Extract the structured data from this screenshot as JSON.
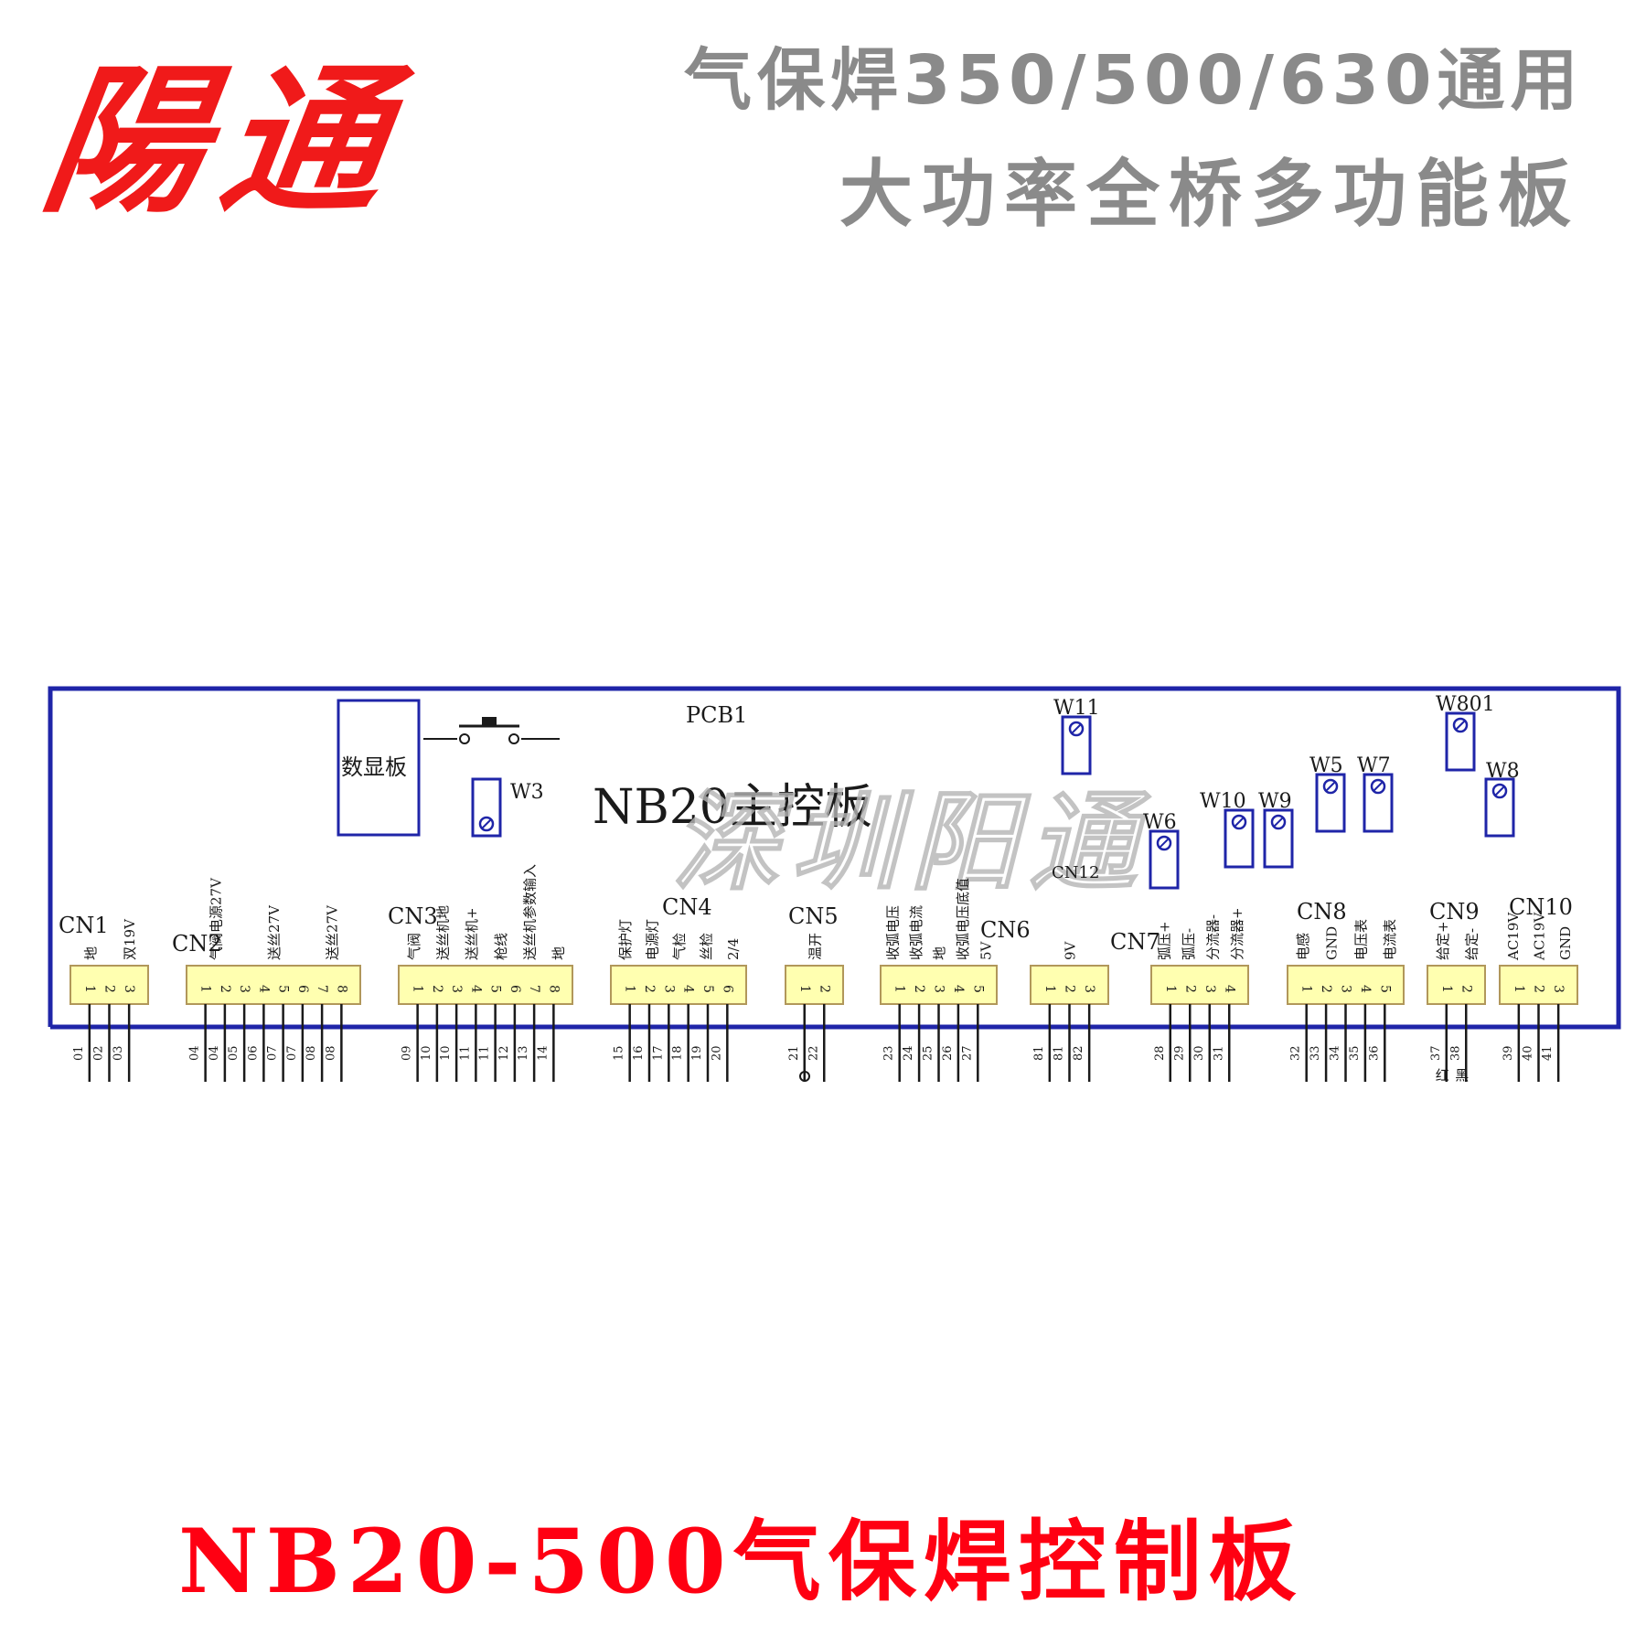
{
  "logo": {
    "text": "陽通"
  },
  "header": {
    "line1": "气保焊350/500/630通用",
    "line2": "大功率全桥多功能板"
  },
  "footer": {
    "title": "NB20-500气保焊控制板"
  },
  "board": {
    "pcb_label": "PCB1",
    "main_label": "NB20主控板",
    "display_label": "数显板",
    "watermark": "深圳阳通",
    "cn12_label": "CN12"
  },
  "potentiometers": [
    {
      "id": "W3"
    },
    {
      "id": "W11"
    },
    {
      "id": "W801"
    },
    {
      "id": "W5"
    },
    {
      "id": "W7"
    },
    {
      "id": "W8"
    },
    {
      "id": "W6"
    },
    {
      "id": "W10"
    },
    {
      "id": "W9"
    }
  ],
  "connectors": [
    {
      "id": "CN1",
      "pins": [
        "1",
        "2",
        "3"
      ],
      "labels": [
        "地",
        "双19V"
      ],
      "wires": [
        "01",
        "02",
        "03"
      ]
    },
    {
      "id": "CN2",
      "pins": [
        "1",
        "2",
        "3",
        "4",
        "5",
        "6",
        "7",
        "8"
      ],
      "labels": [
        "气阀电源27V",
        "送丝27V",
        "送丝27V"
      ],
      "wires": [
        "04",
        "04",
        "05",
        "06",
        "07",
        "07",
        "08",
        "08"
      ]
    },
    {
      "id": "CN3",
      "pins": [
        "1",
        "2",
        "3",
        "4",
        "5",
        "6",
        "7",
        "8"
      ],
      "labels": [
        "气阀",
        "送丝机地",
        "送丝机+",
        "枪线",
        "送丝机参数输入",
        "地"
      ],
      "wires": [
        "09",
        "10",
        "10",
        "11",
        "11",
        "12",
        "13",
        "14"
      ]
    },
    {
      "id": "CN4",
      "pins": [
        "1",
        "2",
        "3",
        "4",
        "5",
        "6"
      ],
      "labels": [
        "保护灯",
        "电源灯",
        "气检",
        "丝检",
        "2/4"
      ],
      "wires": [
        "15",
        "16",
        "17",
        "18",
        "19",
        "20"
      ]
    },
    {
      "id": "CN5",
      "pins": [
        "1",
        "2"
      ],
      "labels": [
        "温开"
      ],
      "wires": [
        "21",
        "22"
      ]
    },
    {
      "id": "CN6",
      "pins": [
        "1",
        "2",
        "3",
        "4",
        "5"
      ],
      "labels": [
        "收弧电压",
        "收弧电流",
        "地",
        "收弧电压底值",
        "5V"
      ],
      "wires": [
        "23",
        "24",
        "25",
        "26",
        "27"
      ]
    },
    {
      "id": "CN12",
      "pins": [
        "1",
        "2",
        "3"
      ],
      "labels": [
        "9V"
      ],
      "wires": [
        "81",
        "81",
        "82"
      ]
    },
    {
      "id": "CN7",
      "pins": [
        "1",
        "2",
        "3",
        "4"
      ],
      "labels": [
        "弧压+",
        "弧压-",
        "分流器-",
        "分流器+"
      ],
      "wires": [
        "28",
        "29",
        "30",
        "31"
      ]
    },
    {
      "id": "CN8",
      "pins": [
        "1",
        "2",
        "3",
        "4",
        "5"
      ],
      "labels": [
        "电感",
        "GND",
        "电压表",
        "电流表"
      ],
      "wires": [
        "32",
        "33",
        "34",
        "35",
        "36"
      ]
    },
    {
      "id": "CN9",
      "pins": [
        "1",
        "2"
      ],
      "labels": [
        "给定+",
        "给定-"
      ],
      "wires": [
        "37",
        "38"
      ],
      "wire_colors": [
        "红",
        "黑"
      ]
    },
    {
      "id": "CN10",
      "pins": [
        "1",
        "2",
        "3"
      ],
      "labels": [
        "AC19V",
        "AC19V",
        "GND"
      ],
      "wires": [
        "39",
        "40",
        "41"
      ]
    }
  ]
}
